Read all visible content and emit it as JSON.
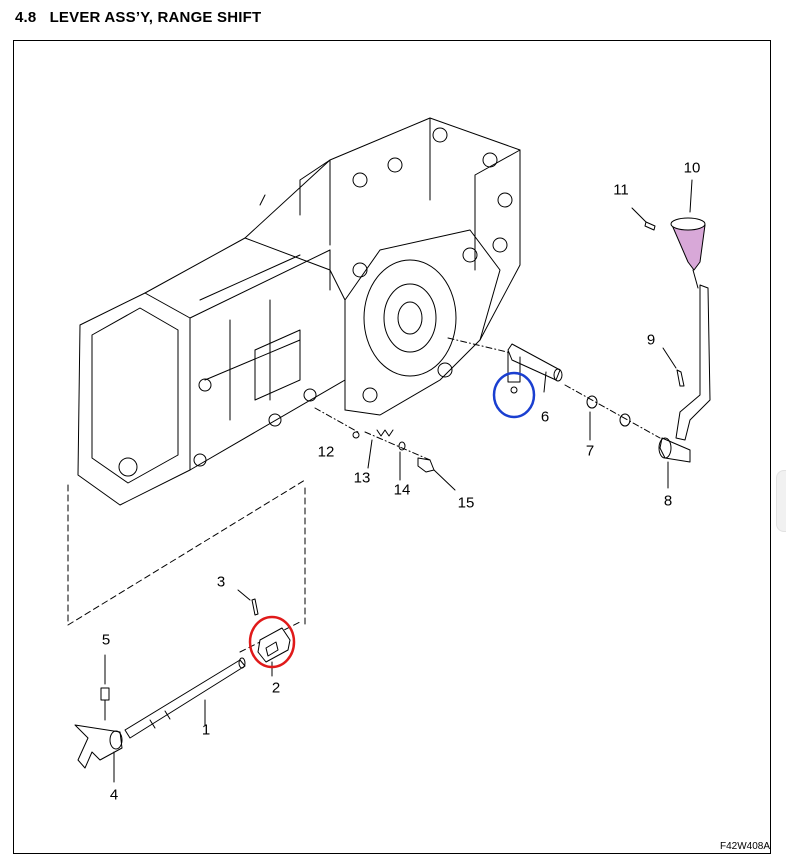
{
  "header": {
    "section_number": "4.8",
    "title": "LEVER ASS’Y, RANGE SHIFT"
  },
  "figure": {
    "code": "F42W408A"
  },
  "callouts": {
    "c1": "1",
    "c2": "2",
    "c3": "3",
    "c4": "4",
    "c5": "5",
    "c6": "6",
    "c7": "7",
    "c8": "8",
    "c9": "9",
    "c10": "10",
    "c11": "11",
    "c12": "12",
    "c13": "13",
    "c14": "14",
    "c15": "15"
  },
  "annotations": [
    {
      "label": "blue-circle",
      "color": "#1a3fd0"
    },
    {
      "label": "red-circle",
      "color": "#e01a1a"
    }
  ],
  "colors": {
    "line": "#000000",
    "knob": "#d8a8d8"
  }
}
